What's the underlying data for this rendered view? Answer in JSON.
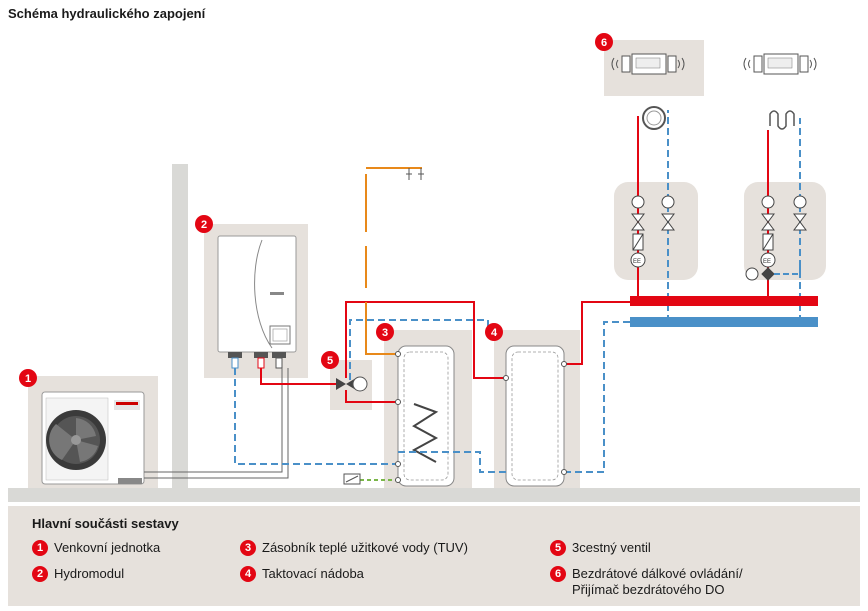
{
  "title": "Schéma hydraulického zapojení",
  "markers": [
    "1",
    "2",
    "3",
    "4",
    "5",
    "6"
  ],
  "legend": {
    "heading": "Hlavní součásti sestavy",
    "items": [
      {
        "num": "1",
        "label": "Venkovní jednotka"
      },
      {
        "num": "2",
        "label": "Hydromodul"
      },
      {
        "num": "3",
        "label": "Zásobník teplé užitkové vody (TUV)"
      },
      {
        "num": "4",
        "label": "Taktovací nádoba"
      },
      {
        "num": "5",
        "label": "3cestný ventil"
      },
      {
        "num": "6",
        "label": "Bezdrátové dálkové ovládání/\nPřijímač bezdrátového DO"
      }
    ]
  },
  "colors": {
    "supply": "#e30613",
    "return": "#4a90c8",
    "dhw": "#e8891a",
    "drain": "#7ab648",
    "marker": "#e30613",
    "box": "#e6e1dc",
    "ground": "#d9d9d6"
  }
}
